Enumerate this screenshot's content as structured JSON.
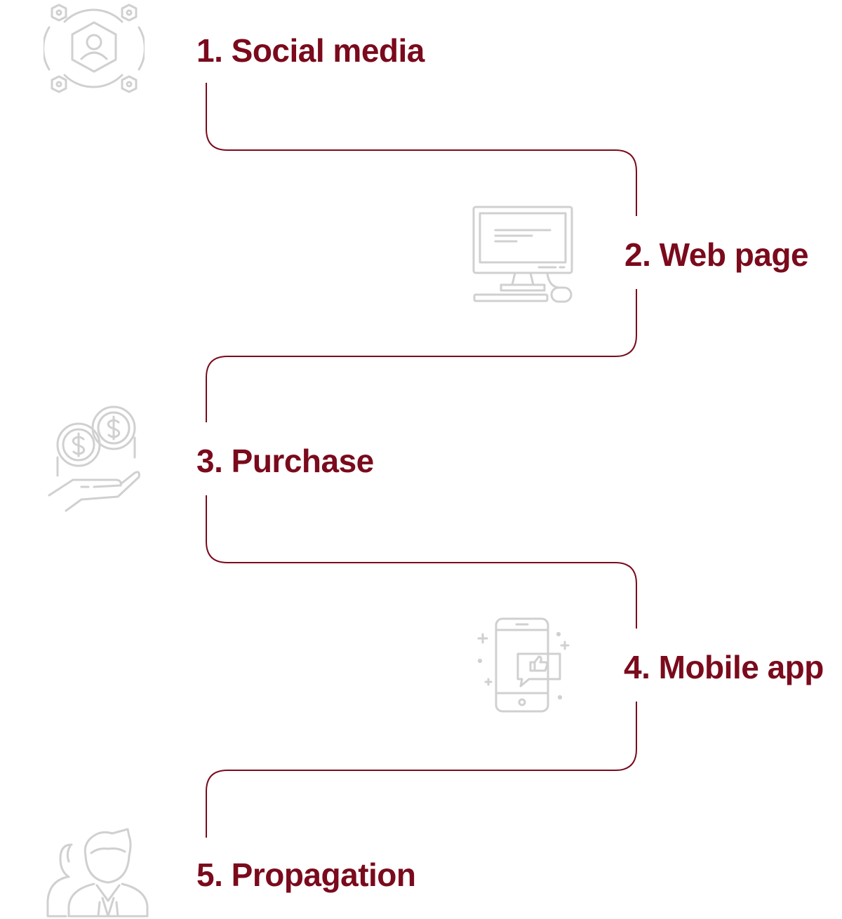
{
  "colors": {
    "accent": "#7a0a1c",
    "icon": "#d0d0d0"
  },
  "steps": [
    {
      "label": "1. Social media",
      "icon": "social-network-icon"
    },
    {
      "label": "2. Web page",
      "icon": "desktop-computer-icon"
    },
    {
      "label": "3. Purchase",
      "icon": "coins-in-hand-icon"
    },
    {
      "label": "4. Mobile app",
      "icon": "smartphone-like-icon"
    },
    {
      "label": "5. Propagation",
      "icon": "users-icon"
    }
  ]
}
